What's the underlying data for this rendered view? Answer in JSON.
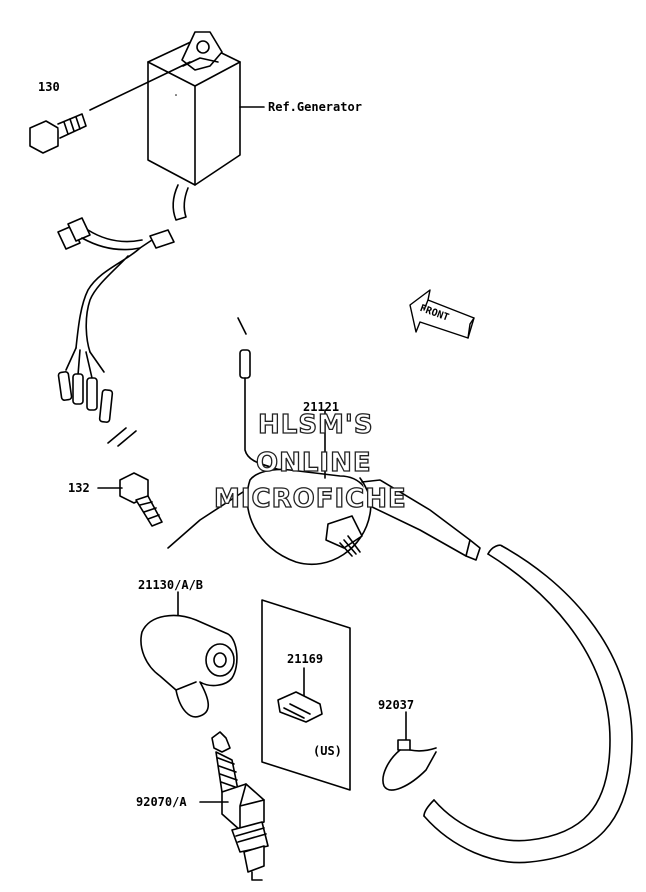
{
  "diagram": {
    "labels": {
      "ref_generator": "Ref.Generator",
      "part_130": "130",
      "part_132": "132",
      "part_21121": "21121",
      "part_21130": "21130/A/B",
      "part_21169": "21169",
      "part_us": "(US)",
      "part_92037": "92037",
      "part_92070": "92070/A",
      "front": "FRONT"
    },
    "watermark": {
      "line1": "HLSM'S",
      "line2": "ONLINE",
      "line3": "MICROFICHE"
    },
    "icons": [
      "bolt-icon",
      "front-arrow-icon",
      "spark-plug-icon",
      "ignition-coil-icon",
      "cdi-unit-icon",
      "cable-tie-icon",
      "clip-icon",
      "plug-cap-icon"
    ]
  }
}
